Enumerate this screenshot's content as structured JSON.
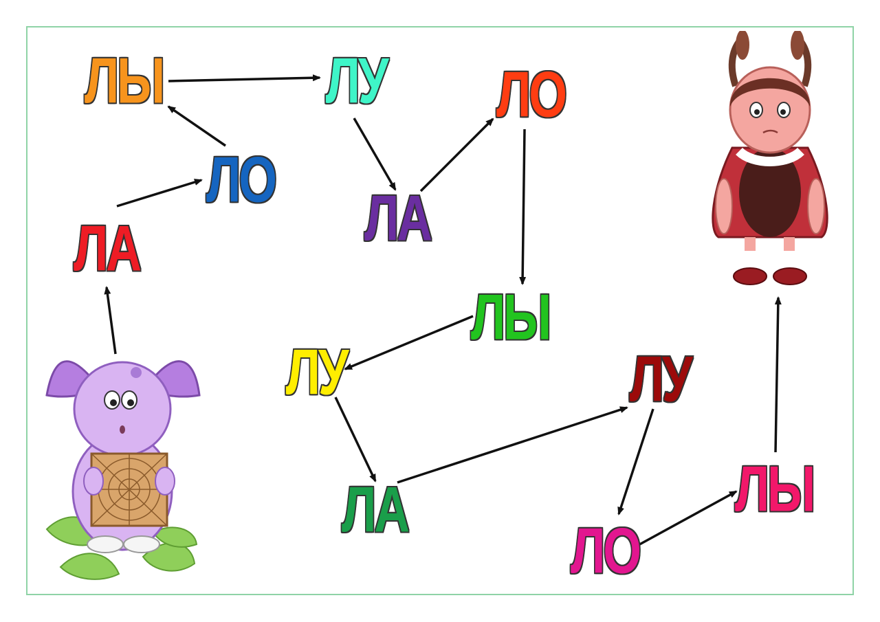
{
  "syllables": [
    {
      "id": "s1",
      "text": "ЛА",
      "color": "#ee1c25"
    },
    {
      "id": "s2",
      "text": "ЛО",
      "color": "#1565c0"
    },
    {
      "id": "s3",
      "text": "ЛЫ",
      "color": "#f7941d"
    },
    {
      "id": "s4",
      "text": "ЛУ",
      "color": "#3ff5c8"
    },
    {
      "id": "s5",
      "text": "ЛА",
      "color": "#6a2ea0"
    },
    {
      "id": "s6",
      "text": "ЛО",
      "color": "#ff3d12"
    },
    {
      "id": "s7",
      "text": "ЛЫ",
      "color": "#22c41f"
    },
    {
      "id": "s8",
      "text": "ЛУ",
      "color": "#ffee00"
    },
    {
      "id": "s9",
      "text": "ЛА",
      "color": "#1a9e4a"
    },
    {
      "id": "s10",
      "text": "ЛУ",
      "color": "#9c0a0a"
    },
    {
      "id": "s11",
      "text": "ЛО",
      "color": "#e2168f"
    },
    {
      "id": "s12",
      "text": "ЛЫ",
      "color": "#f2186a"
    }
  ],
  "path_order": [
    "start",
    "s1",
    "s2",
    "s3",
    "s4",
    "s5",
    "s6",
    "s7",
    "s8",
    "s9",
    "s10",
    "s11",
    "s12",
    "end"
  ],
  "characters": {
    "start": {
      "icon": "luntik-icon"
    },
    "end": {
      "icon": "ladybug-girl-icon"
    }
  },
  "colors": {
    "frame": "#8fd3a6",
    "arrow": "#111111"
  }
}
